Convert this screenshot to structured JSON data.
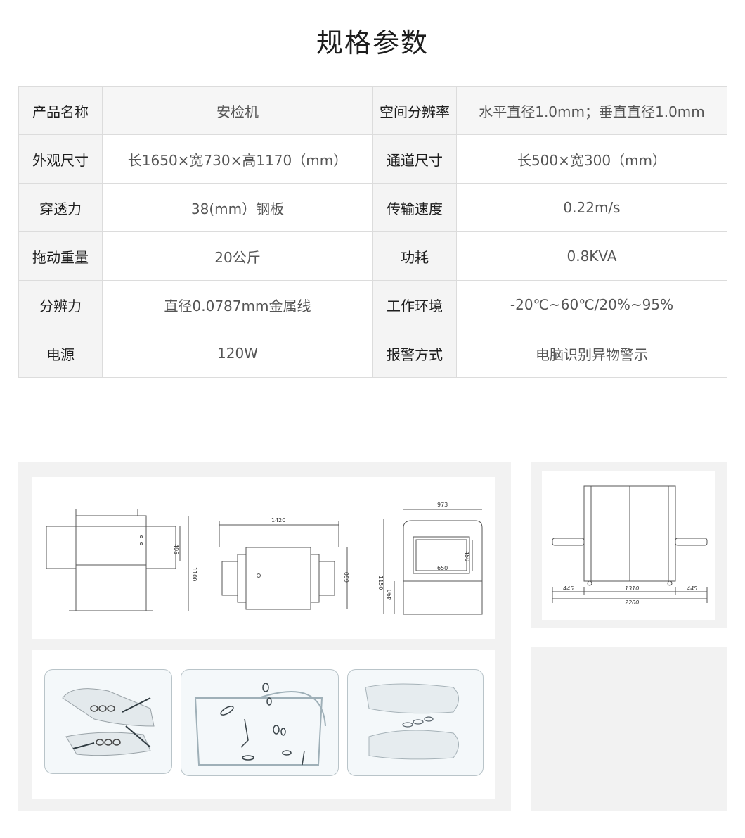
{
  "page": {
    "title": "规格参数"
  },
  "specs": [
    {
      "label1": "产品名称",
      "value1": "安检机",
      "label2": "空间分辨率",
      "value2": "水平直径1.0mm；垂直直径1.0mm"
    },
    {
      "label1": "外观尺寸",
      "value1": "长1650×宽730×高1170（mm）",
      "label2": "通道尺寸",
      "value2": "长500×宽300（mm）"
    },
    {
      "label1": "穿透力",
      "value1": "38(mm）钢板",
      "label2": "传输速度",
      "value2": "0.22m/s"
    },
    {
      "label1": "拖动重量",
      "value1": "20公斤",
      "label2": "功耗",
      "value2": "0.8KVA"
    },
    {
      "label1": "分辨力",
      "value1": "直径0.0787mm金属线",
      "label2": "工作环境",
      "value2": "-20℃~60℃/20%~95%"
    },
    {
      "label1": "电源",
      "value1": "120W",
      "label2": "报警方式",
      "value2": "电脑识别异物警示"
    }
  ],
  "drawings": {
    "side_view": {
      "height_label": "1100",
      "tunnel_label": "495"
    },
    "top_view": {
      "length_label": "1420",
      "width_label": "650"
    },
    "front_view": {
      "width_label": "973",
      "height_label": "1150",
      "tunnel_w_label": "650",
      "tunnel_h_label": "450",
      "base_label": "490"
    },
    "overall_view": {
      "left_label": "445",
      "mid_label": "1310",
      "right_label": "445",
      "total_label": "2200"
    }
  }
}
